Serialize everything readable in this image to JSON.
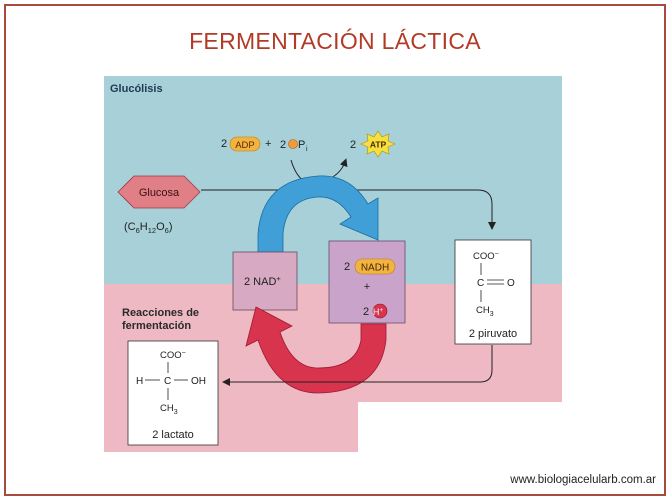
{
  "title": "FERMENTACIÓN LÁCTICA",
  "source": "www.biologiacelularb.com.ar",
  "colors": {
    "title": "#b23a26",
    "frame": "#a84a3c",
    "glycolysis_bg": "#a7d0d8",
    "fermentation_bg": "#eeb9c3",
    "blue_arrow": "#3f9fd6",
    "red_arrow": "#d8344e",
    "glucose": "#e07f86",
    "nad_box": "#d8a9c2",
    "nadh_box": "#c9a3c9",
    "yellow_pill": "#f2b441",
    "atp_star": "#f6e040"
  },
  "diagram": {
    "glycolysis_label": "Glucólisis",
    "fermentation_label_1": "Reacciones de",
    "fermentation_label_2": "fermentación",
    "glucose": "Glucosa",
    "glucose_formula": {
      "open": "(C",
      "c": "6",
      "h_prefix": "H",
      "h": "12",
      "o_prefix": "O",
      "o": "6",
      "close": ")"
    },
    "adp_coef": "2",
    "adp": "ADP",
    "plus": "+",
    "pi_coef": "2",
    "pi_p": "P",
    "pi_sub": "i",
    "atp_coef": "2",
    "atp": "ATP",
    "nad_label": "2 NAD",
    "nad_sup": "+",
    "nadh_coef": "2",
    "nadh": "NADH",
    "nadh_plus": "+",
    "h_coef": "2",
    "h_label": "H",
    "h_sup": "+",
    "pyruvate": {
      "coo": "COO",
      "coo_sup": "−",
      "c": "C",
      "o": "O",
      "ch3": "CH",
      "ch3_sub": "3",
      "label": "2 piruvato"
    },
    "lactate": {
      "coo": "COO",
      "coo_sup": "−",
      "h": "H",
      "c": "C",
      "oh": "OH",
      "ch3": "CH",
      "ch3_sub": "3",
      "label": "2 lactato"
    }
  }
}
